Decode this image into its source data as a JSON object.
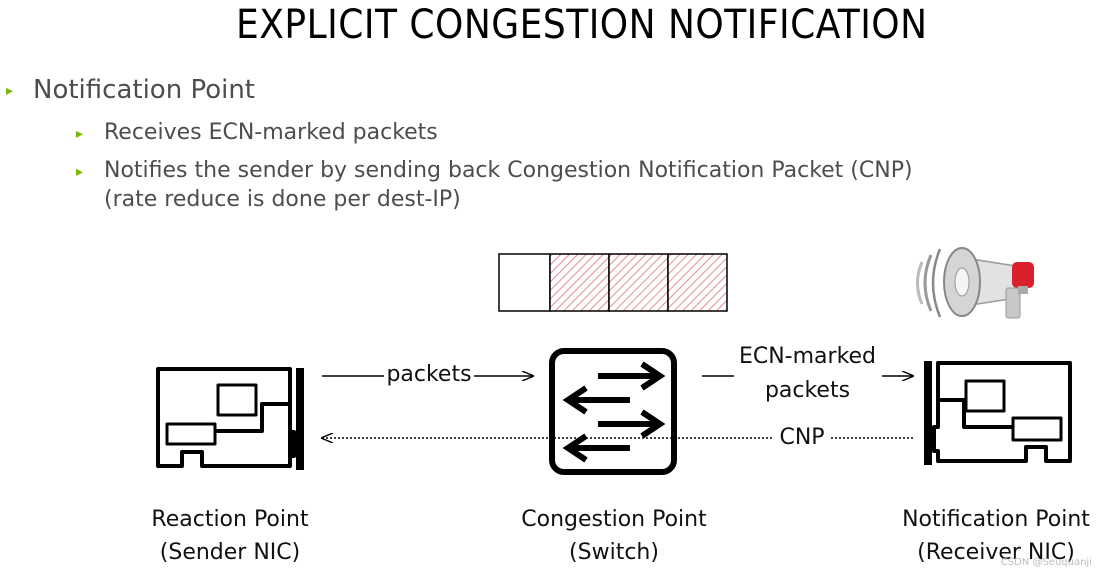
{
  "slide": {
    "title": "EXPLICIT CONGESTION NOTIFICATION",
    "bullets": {
      "main": "Notification Point",
      "sub1": "Receives ECN-marked packets",
      "sub2_line1": "Notifies the sender by sending back Congestion Notification Packet (CNP)",
      "sub2_line2": "(rate reduce is done per dest-IP)"
    },
    "bullet_marker": "▸",
    "accent_color": "#76b900"
  },
  "diagram": {
    "queue": {
      "slots_total": 4,
      "slots_marked": 3,
      "marked_color": "#e0707a"
    },
    "arrow_packets": "packets",
    "arrow_ecn_line1": "ECN-marked",
    "arrow_ecn_line2": "packets",
    "arrow_cnp": "CNP",
    "nodes": [
      {
        "name_line1": "Reaction Point",
        "name_line2": "(Sender NIC)"
      },
      {
        "name_line1": "Congestion Point",
        "name_line2": "(Switch)"
      },
      {
        "name_line1": "Notification Point",
        "name_line2": "(Receiver NIC)"
      }
    ],
    "icons": {
      "left": "network-card-icon",
      "center": "switch-icon",
      "right": "network-card-icon",
      "top_right": "megaphone-icon"
    }
  },
  "watermark": "CSDN @Seuquanji"
}
